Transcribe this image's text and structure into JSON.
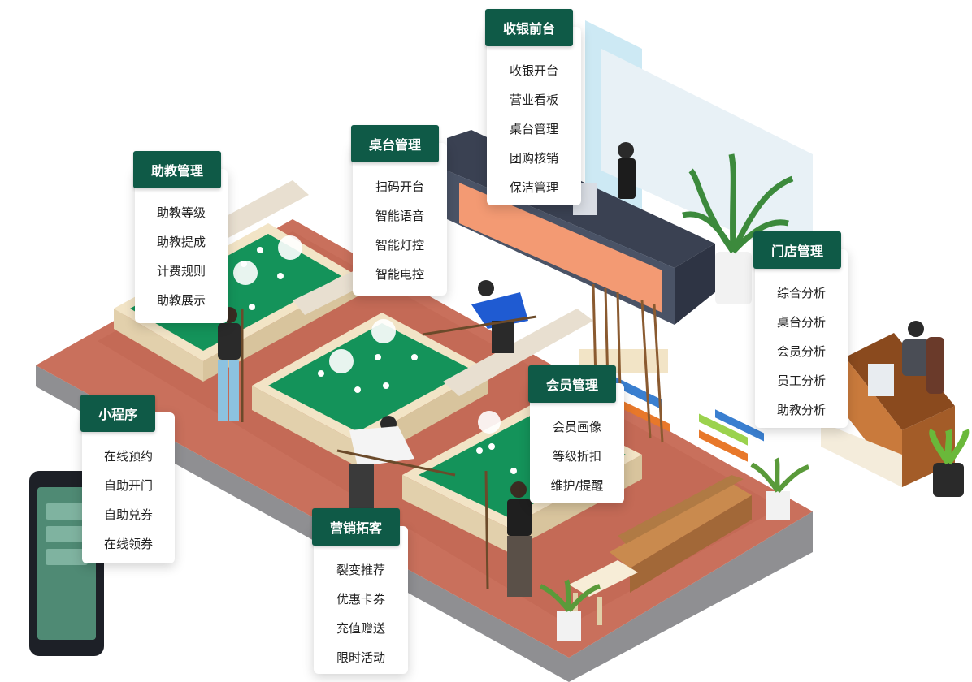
{
  "modules": {
    "cashier": {
      "title": "收银前台",
      "items": [
        "收银开台",
        "营业看板",
        "桌台管理",
        "团购核销",
        "保洁管理"
      ]
    },
    "table": {
      "title": "桌台管理",
      "items": [
        "扫码开台",
        "智能语音",
        "智能灯控",
        "智能电控"
      ]
    },
    "coach": {
      "title": "助教管理",
      "items": [
        "助教等级",
        "助教提成",
        "计费规则",
        "助教展示"
      ]
    },
    "store": {
      "title": "门店管理",
      "items": [
        "综合分析",
        "桌台分析",
        "会员分析",
        "员工分析",
        "助教分析"
      ]
    },
    "member": {
      "title": "会员管理",
      "items": [
        "会员画像",
        "等级折扣",
        "维护/提醒"
      ]
    },
    "miniprogram": {
      "title": "小程序",
      "items": [
        "在线预约",
        "自助开门",
        "自助兑券",
        "在线领券"
      ]
    },
    "marketing": {
      "title": "营销拓客",
      "items": [
        "裂变推荐",
        "优惠卡券",
        "充值赠送",
        "限时活动"
      ]
    }
  },
  "colors": {
    "brand_green": "#0f5a47",
    "felt_green": "#14935a",
    "floor": "#c9705c",
    "wood": "#f0e2c4"
  }
}
